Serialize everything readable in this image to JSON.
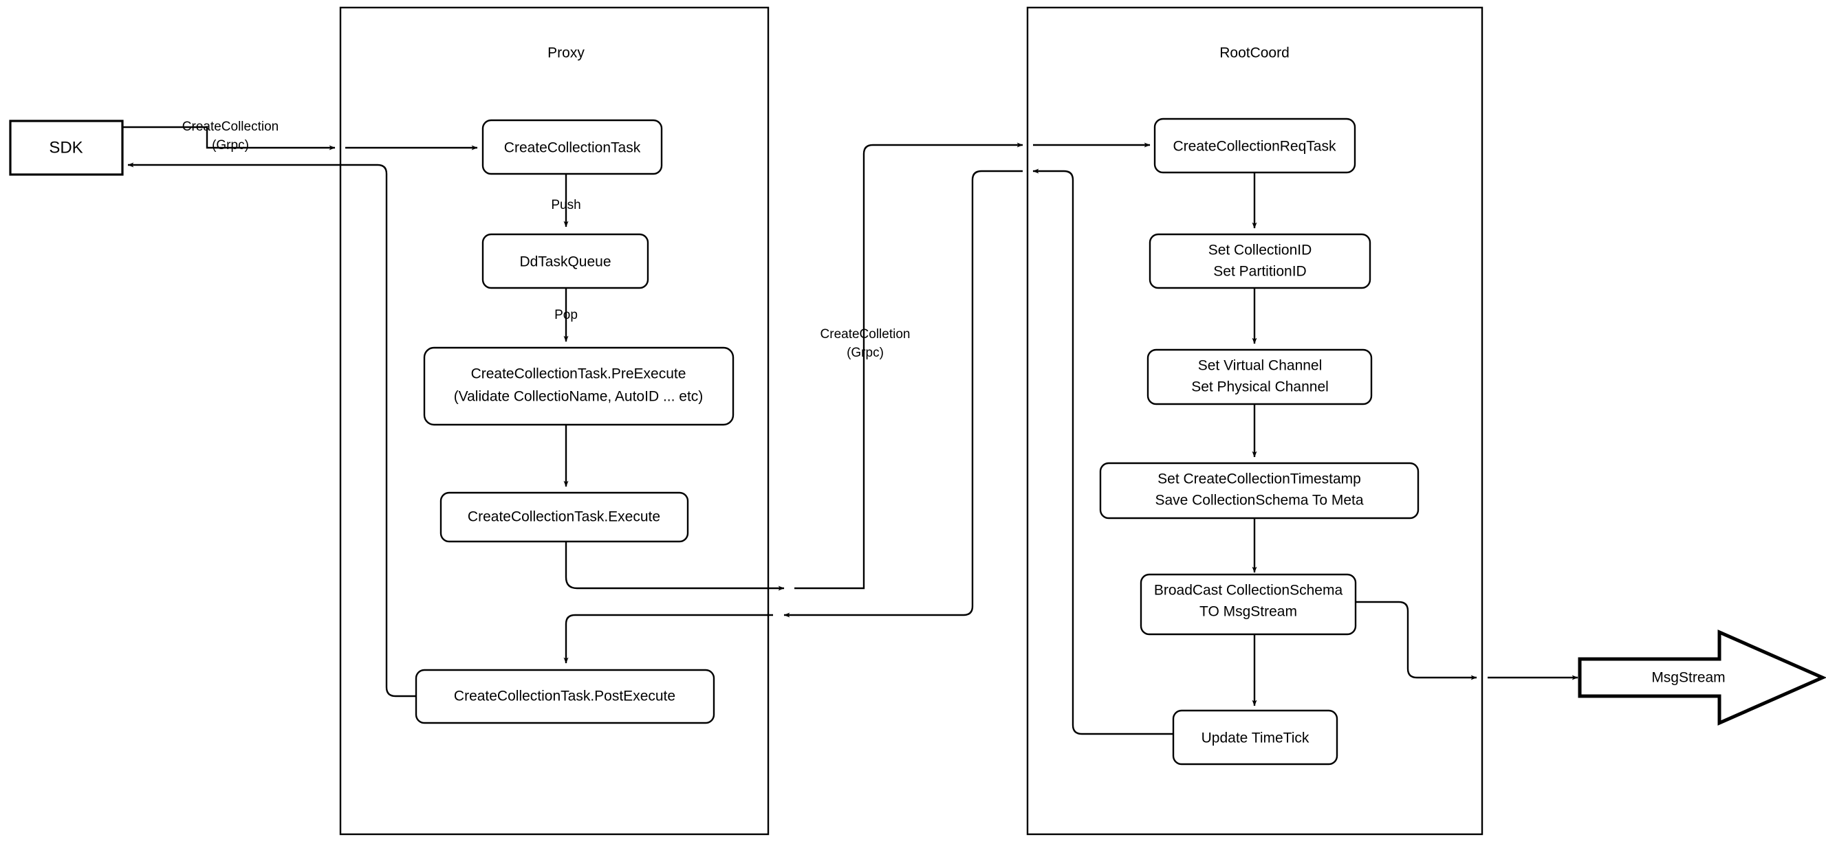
{
  "diagram": {
    "title": "Milvus CreateCollection Flow",
    "type": "flowchart",
    "background": "#ffffff",
    "stroke_color": "#000000"
  },
  "containers": [
    {
      "id": "proxy",
      "label": "Proxy"
    },
    {
      "id": "rootcoord",
      "label": "RootCoord"
    }
  ],
  "external_nodes": [
    {
      "id": "sdk",
      "label": "SDK",
      "shape": "rect"
    },
    {
      "id": "msgstream",
      "label": "MsgStream",
      "shape": "block-arrow"
    }
  ],
  "proxy_nodes": [
    {
      "id": "create-collection-task",
      "label": "CreateCollectionTask"
    },
    {
      "id": "dd-task-queue",
      "label": "DdTaskQueue"
    },
    {
      "id": "pre-execute",
      "line1": "CreateCollectionTask.PreExecute",
      "line2": "(Validate CollectioName, AutoID ... etc)"
    },
    {
      "id": "execute",
      "label": "CreateCollectionTask.Execute"
    },
    {
      "id": "post-execute",
      "label": "CreateCollectionTask.PostExecute"
    }
  ],
  "rootcoord_nodes": [
    {
      "id": "create-collection-req-task",
      "label": "CreateCollectionReqTask"
    },
    {
      "id": "set-ids",
      "line1": "Set CollectionID",
      "line2": "Set PartitionID"
    },
    {
      "id": "set-channels",
      "line1": "Set Virtual Channel",
      "line2": "Set Physical Channel"
    },
    {
      "id": "set-timestamp",
      "line1": "Set CreateCollectionTimestamp",
      "line2": "Save CollectionSchema To Meta"
    },
    {
      "id": "broadcast",
      "line1": "BroadCast CollectionSchema",
      "line2": "TO MsgStream"
    },
    {
      "id": "update-timetick",
      "label": "Update TimeTick"
    }
  ],
  "edge_labels": [
    {
      "id": "sdk-to-proxy",
      "line1": "CreateCollection",
      "line2": "(Grpc)"
    },
    {
      "id": "push",
      "label": "Push"
    },
    {
      "id": "pop",
      "label": "Pop"
    },
    {
      "id": "proxy-to-rootcoord",
      "line1": "CreateColletion",
      "line2": "(Grpc)"
    }
  ]
}
